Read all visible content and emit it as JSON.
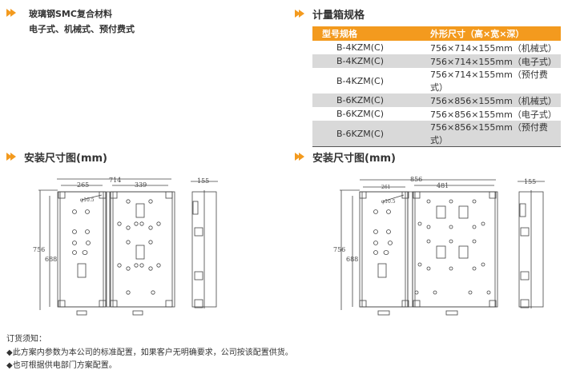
{
  "intro": {
    "material": "玻璃钢SMC复合材料",
    "types": "电子式、机械式、预付费式"
  },
  "spec": {
    "title": "计量箱规格",
    "headers": [
      "型号规格",
      "外形尺寸（高×宽×深）"
    ],
    "rows": [
      [
        "B-4KZM(C)",
        "756×714×155mm（机械式）"
      ],
      [
        "B-4KZM(C)",
        "756×714×155mm（电子式）"
      ],
      [
        "B-4KZM(C)",
        "756×714×155mm（预付费式）"
      ],
      [
        "B-6KZM(C)",
        "756×856×155mm（机械式）"
      ],
      [
        "B-6KZM(C)",
        "756×856×155mm（电子式）"
      ],
      [
        "B-6KZM(C)",
        "756×856×155mm（预付费式）"
      ]
    ]
  },
  "drawings": [
    {
      "title": "安装尺寸图(mm)",
      "width": "714",
      "left": "265",
      "right": "339",
      "height": "756",
      "inner": "688",
      "hole": "φ10.5",
      "depth": "155"
    },
    {
      "title": "安装尺寸图(mm)",
      "width": "856",
      "left": "261",
      "right": "481",
      "height": "756",
      "inner": "688",
      "hole": "φ10.5",
      "depth": "155"
    }
  ],
  "notes": {
    "title": "订货须知：",
    "items": [
      "◆此方案内参数为本公司的标准配置，如果客户无明确要求，公司按该配置供货。",
      "◆也可根据供电部门方案配置。"
    ]
  },
  "colors": {
    "accent": "#f39a1e",
    "row_alt": "#d9d9d9"
  }
}
